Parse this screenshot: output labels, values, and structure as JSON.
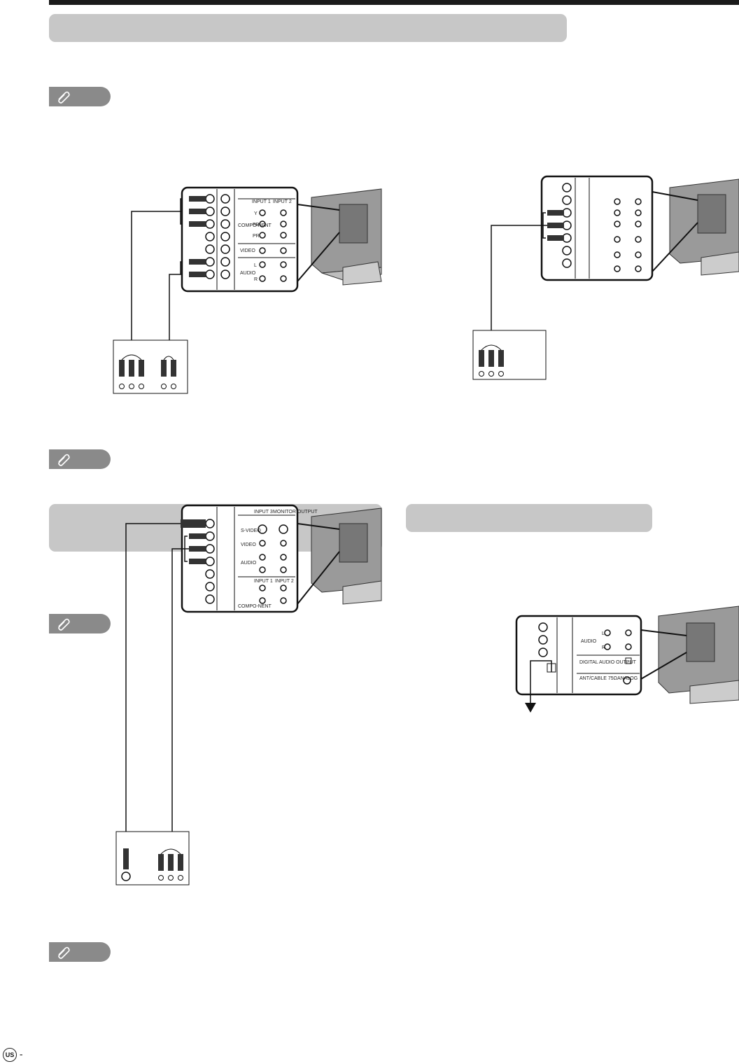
{
  "footer": {
    "region_badge": "US",
    "separator": "-"
  },
  "diagram_labels": {
    "input1": "INPUT 1",
    "input2": "INPUT 2",
    "input3": "INPUT 3",
    "monitor_output": "MONITOR OUTPUT",
    "component": "COMPO-NENT",
    "video": "VIDEO",
    "audio": "AUDIO",
    "s_video": "S-VIDEO",
    "y": "Y",
    "pb": "PB",
    "pr": "PR",
    "l": "L",
    "r": "R",
    "digital_audio_output": "DIGITAL AUDIO OUTPUT",
    "ant_cable": "ANT/CABLE 75Ω",
    "analog": "ANALOG"
  },
  "icons": {
    "note": "paperclip-icon"
  }
}
